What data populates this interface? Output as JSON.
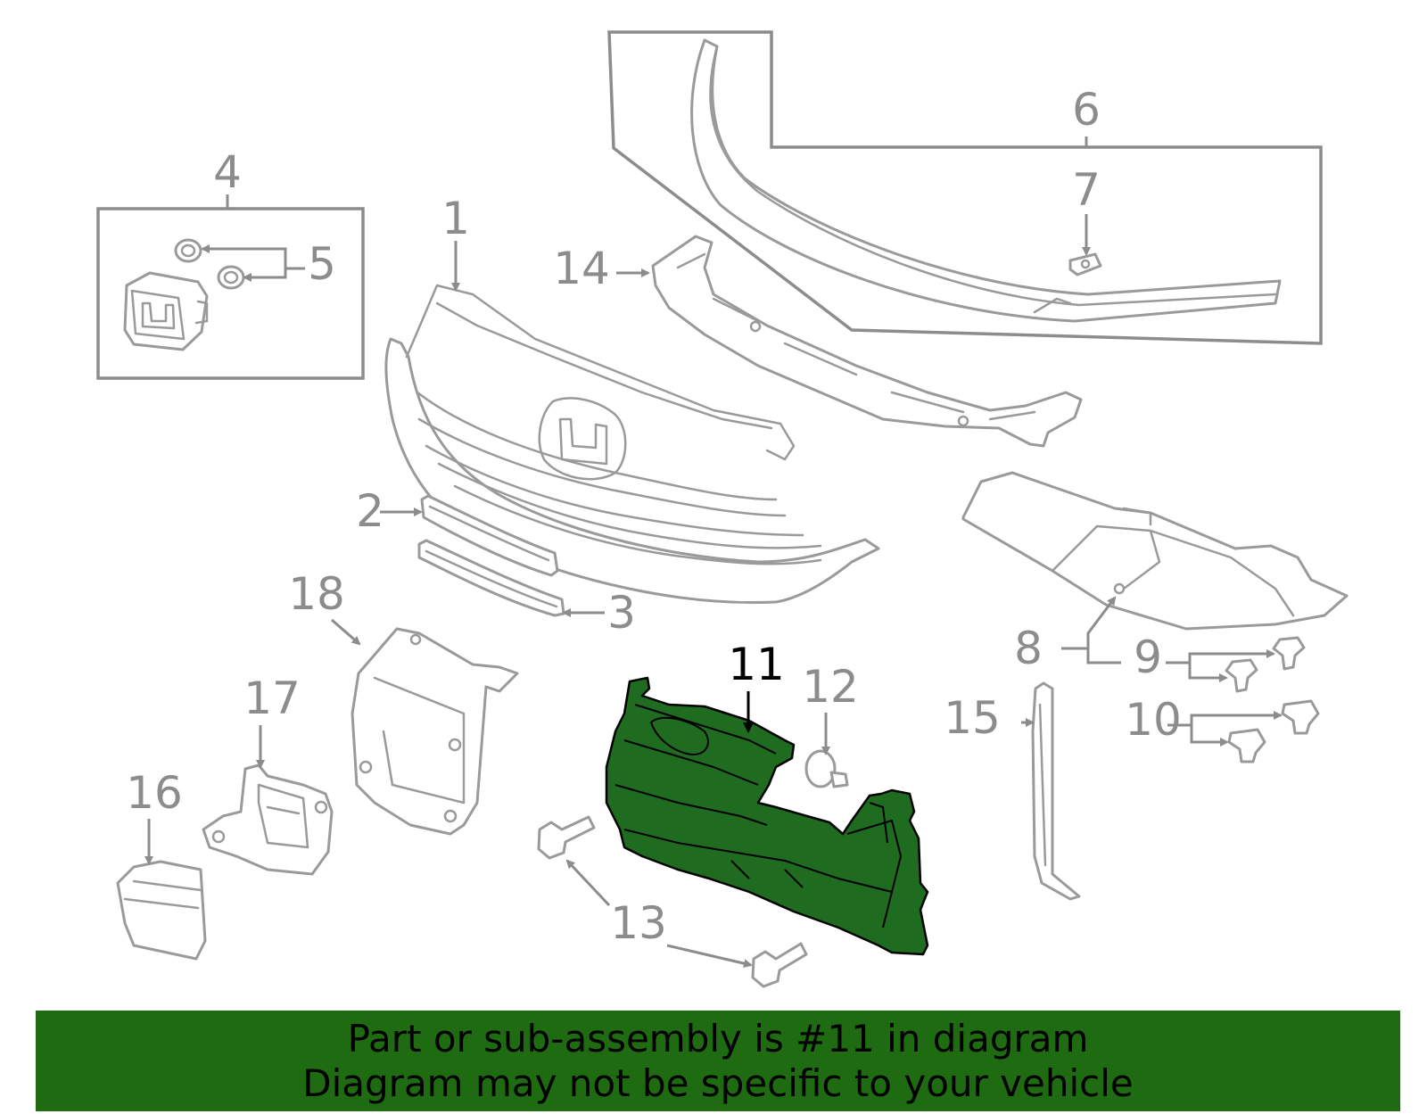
{
  "callouts": {
    "c1": "1",
    "c2": "2",
    "c3": "3",
    "c4": "4",
    "c5": "5",
    "c6": "6",
    "c7": "7",
    "c8": "8",
    "c9": "9",
    "c10": "10",
    "c11": "11",
    "c12": "12",
    "c13": "13",
    "c14": "14",
    "c15": "15",
    "c16": "16",
    "c17": "17",
    "c18": "18"
  },
  "highlighted_part": "11",
  "colors": {
    "highlight_fill": "#1f6b1f",
    "banner_background": "#1e6b12",
    "line_gray": "#9a9a9a",
    "label_gray": "#8c8c8c"
  },
  "banner": {
    "line1": "Part or sub-assembly is #11 in diagram",
    "line2": "Diagram may not be specific to your vehicle"
  }
}
